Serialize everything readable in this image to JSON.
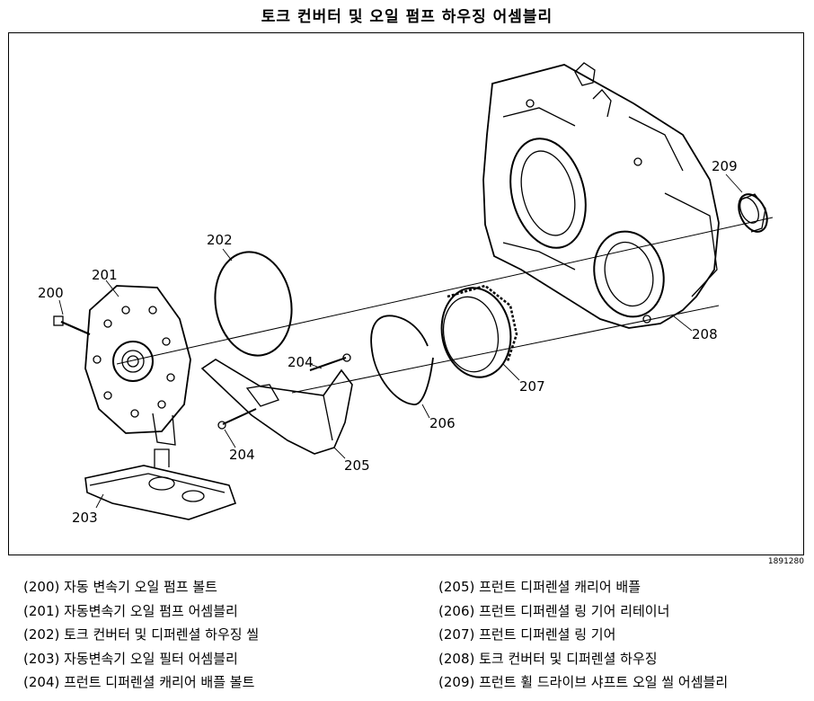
{
  "title": "토크 컨버터 및 오일 펌프 하우징 어셈블리",
  "figure_id": "1891280",
  "callouts": {
    "c200": "200",
    "c201": "201",
    "c202": "202",
    "c203": "203",
    "c204a": "204",
    "c204b": "204",
    "c205": "205",
    "c206": "206",
    "c207": "207",
    "c208": "208",
    "c209": "209"
  },
  "legend": {
    "left": [
      "(200) 자동 변속기 오일 펌프 볼트",
      "(201) 자동변속기 오일 펌프 어셈블리",
      "(202) 토크 컨버터 및 디퍼렌셜 하우징 씰",
      "(203) 자동변속기 오일 필터 어셈블리",
      "(204) 프런트 디퍼렌셜 캐리어 배플 볼트"
    ],
    "right": [
      "(205) 프런트 디퍼렌셜 캐리어 배플",
      "(206) 프런트 디퍼렌셜 링 기어 리테이너",
      "(207) 프런트 디퍼렌셜 링 기어",
      "(208) 토크 컨버터 및 디퍼렌셜 하우징",
      "(209) 프런트 휠 드라이브 샤프트 오일 씰 어셈블리"
    ]
  }
}
